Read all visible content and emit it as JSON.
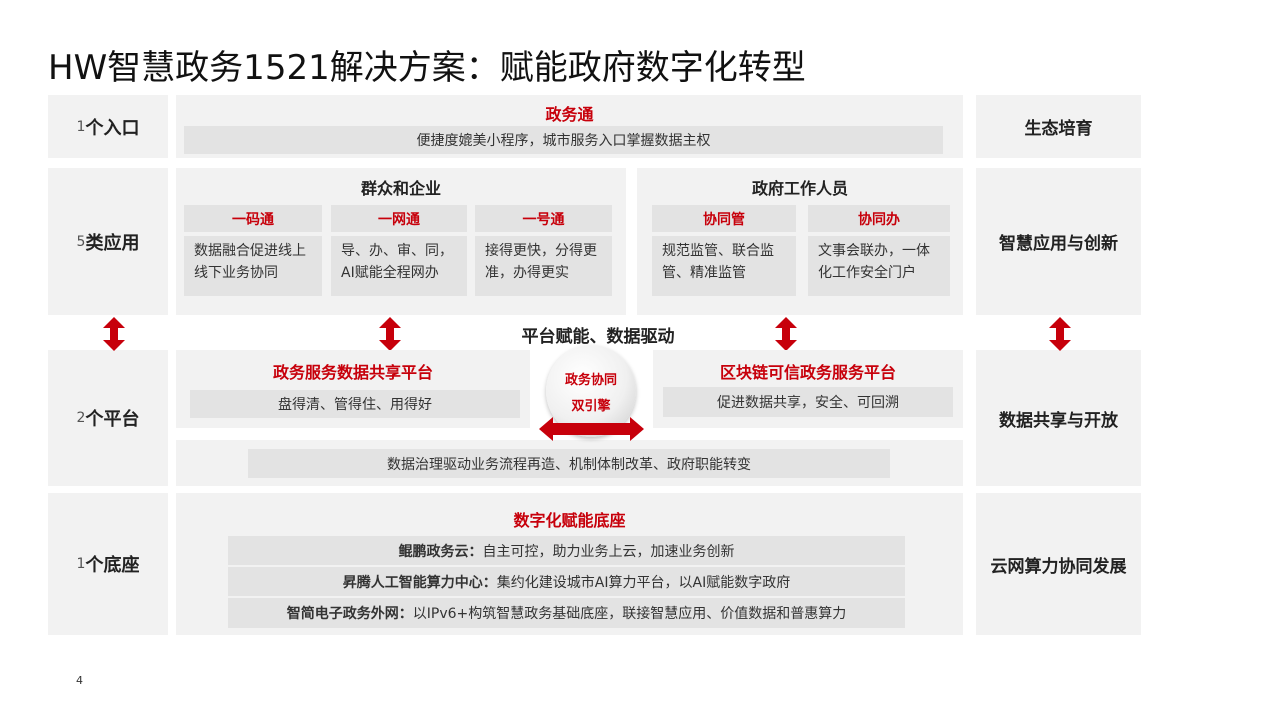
{
  "title": "HW智慧政务1521解决方案：赋能政府数字化转型",
  "rows": [
    {
      "num": "1",
      "label": "个入口",
      "right": "生态培育"
    },
    {
      "num": "5",
      "label": "类应用",
      "right": "智慧应用与创新"
    },
    {
      "num": "2",
      "label": "个平台",
      "right": "数据共享与开放"
    },
    {
      "num": "1",
      "label": "个底座",
      "right": "云网算力协同发展"
    }
  ],
  "entry": {
    "title": "政务通",
    "desc": "便捷度媲美小程序，城市服务入口掌握数据主权"
  },
  "apps": {
    "public": {
      "title": "群众和企业",
      "items": [
        {
          "name": "一码通",
          "desc": "数据融合促进线上线下业务协同"
        },
        {
          "name": "一网通",
          "desc": "导、办、审、同，AI赋能全程网办"
        },
        {
          "name": "一号通",
          "desc": "接得更快，分得更准，办得更实"
        }
      ]
    },
    "gov": {
      "title": "政府工作人员",
      "items": [
        {
          "name": "协同管",
          "desc": "规范监管、联合监管、精准监管"
        },
        {
          "name": "协同办",
          "desc": "文事会联办，一体化工作安全门户"
        }
      ]
    }
  },
  "middle": "平台赋能、数据驱动",
  "platforms": {
    "left": {
      "title": "政务服务数据共享平台",
      "desc": "盘得清、管得住、用得好"
    },
    "engine": {
      "line1": "政务协同",
      "line2": "双引擎"
    },
    "right": {
      "title": "区块链可信政务服务平台",
      "desc": "促进数据共享，安全、可回溯"
    },
    "bottom": "数据治理驱动业务流程再造、机制体制改革、政府职能转变"
  },
  "base": {
    "title": "数字化赋能底座",
    "items": [
      {
        "name": "鲲鹏政务云：",
        "desc": "自主可控，助力业务上云，加速业务创新"
      },
      {
        "name": "昇腾人工智能算力中心：",
        "desc": "集约化建设城市AI算力平台，以AI赋能数字政府"
      },
      {
        "name": "智简电子政务外网：",
        "desc": "以IPv6+构筑智慧政务基础底座，联接智慧应用、价值数据和普惠算力"
      }
    ]
  },
  "page_number": "4",
  "colors": {
    "accent": "#c7000b",
    "panel": "#f2f2f2",
    "bar": "#e3e3e3"
  }
}
